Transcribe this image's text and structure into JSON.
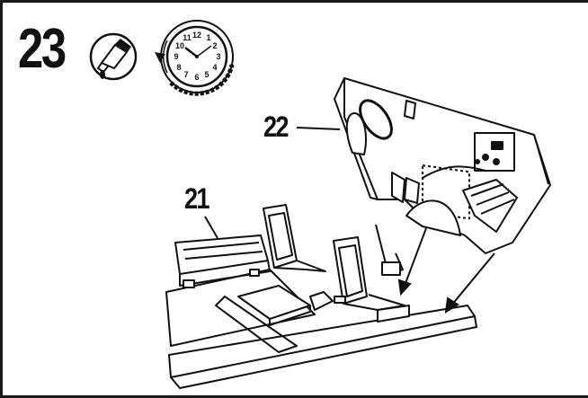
{
  "step": {
    "number": "23"
  },
  "callouts": {
    "part_22": "22",
    "part_21": "21"
  },
  "clock": {
    "numerals": [
      "12",
      "1",
      "2",
      "3",
      "4",
      "5",
      "6",
      "7",
      "8",
      "9",
      "10",
      "11"
    ]
  },
  "icons": [
    "glue-tube-icon",
    "wait-clock-icon",
    "assembly-arrow-icon"
  ],
  "colors": {
    "ink": "#111111",
    "paper": "#ffffff"
  }
}
